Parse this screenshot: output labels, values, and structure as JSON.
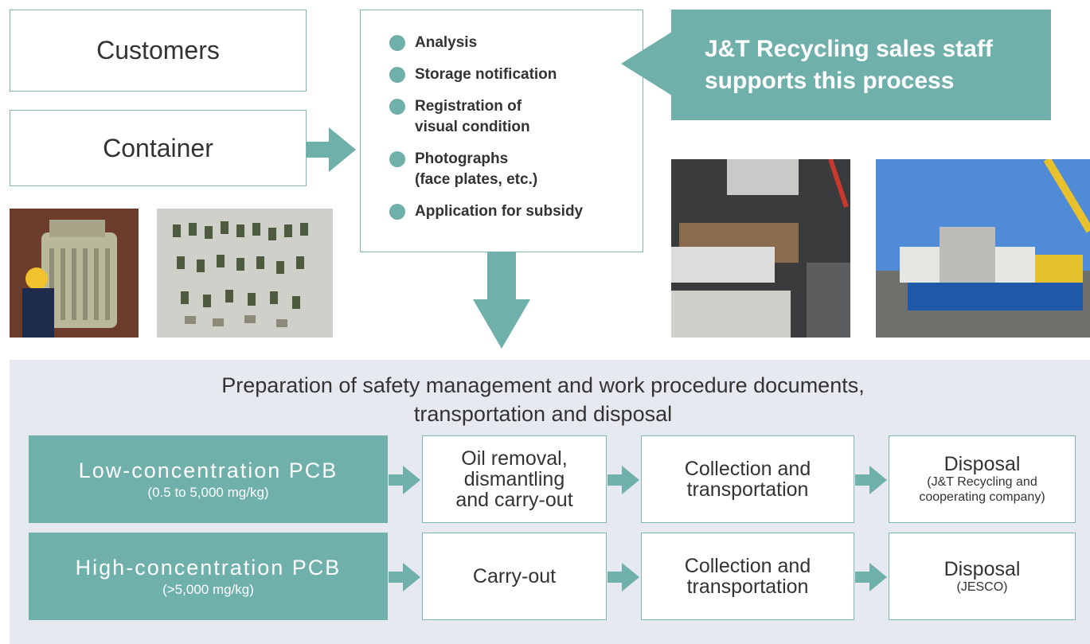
{
  "sources": {
    "customers": "Customers",
    "container": "Container"
  },
  "checklist": {
    "items": [
      "Analysis",
      "Storage notification",
      "Registration of\nvisual condition",
      "Photographs\n(face plates, etc.)",
      "Application for subsidy"
    ]
  },
  "callout": "J&T Recycling sales staff\nsupports this process",
  "bottom": {
    "title": "Preparation of safety management and work procedure documents,\ntransportation and disposal",
    "rows": [
      {
        "label": "Low-concentration PCB",
        "range": "(0.5 to 5,000 mg/kg)",
        "steps": [
          {
            "text": "Oil removal,\ndismantling\nand carry-out",
            "note": ""
          },
          {
            "text": "Collection and\ntransportation",
            "note": ""
          },
          {
            "text": "Disposal",
            "note": "(J&T Recycling and\ncooperating company)"
          }
        ]
      },
      {
        "label": "High-concentration PCB",
        "range": "(>5,000 mg/kg)",
        "steps": [
          {
            "text": "Carry-out",
            "note": ""
          },
          {
            "text": "Collection and\ntransportation",
            "note": ""
          },
          {
            "text": "Disposal",
            "note": "(JESCO)"
          }
        ]
      }
    ]
  },
  "colors": {
    "accent": "#6fb0ab",
    "panel": "#e6e9ef",
    "border": "#7fb7b2"
  }
}
